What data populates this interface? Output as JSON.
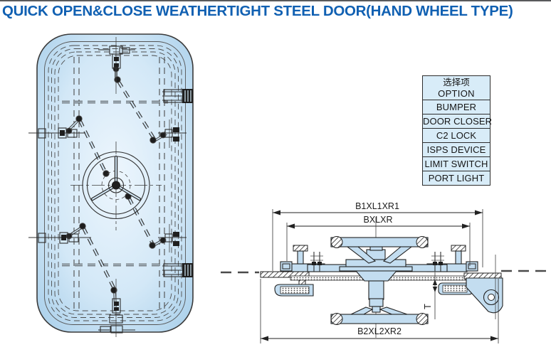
{
  "page": {
    "title": "QUICK OPEN&CLOSE WEATHERTIGHT STEEL DOOR(HAND WHEEL TYPE)"
  },
  "options_table": {
    "header_line1": "选择项",
    "header_line2": "OPTION",
    "rows": [
      "BUMPER",
      "DOOR CLOSER",
      "C2 LOCK",
      "ISPS DEVICE",
      "LIMIT SWITCH",
      "PORT LIGHT"
    ]
  },
  "section_view": {
    "dim_top": "B1XL1XR1",
    "dim_mid": "BXLXR",
    "dim_bottom": "B2XL2XR2",
    "thickness": "T"
  },
  "colors": {
    "title_blue": "#1060b2",
    "table_fill": "#d8ecf8",
    "door_edge": "#a2cbe8",
    "door_mid": "#d3e8f7",
    "door_center": "#edf6fd",
    "part_fill": "#c3ddf0",
    "line_dark": "#2f2f2f"
  }
}
